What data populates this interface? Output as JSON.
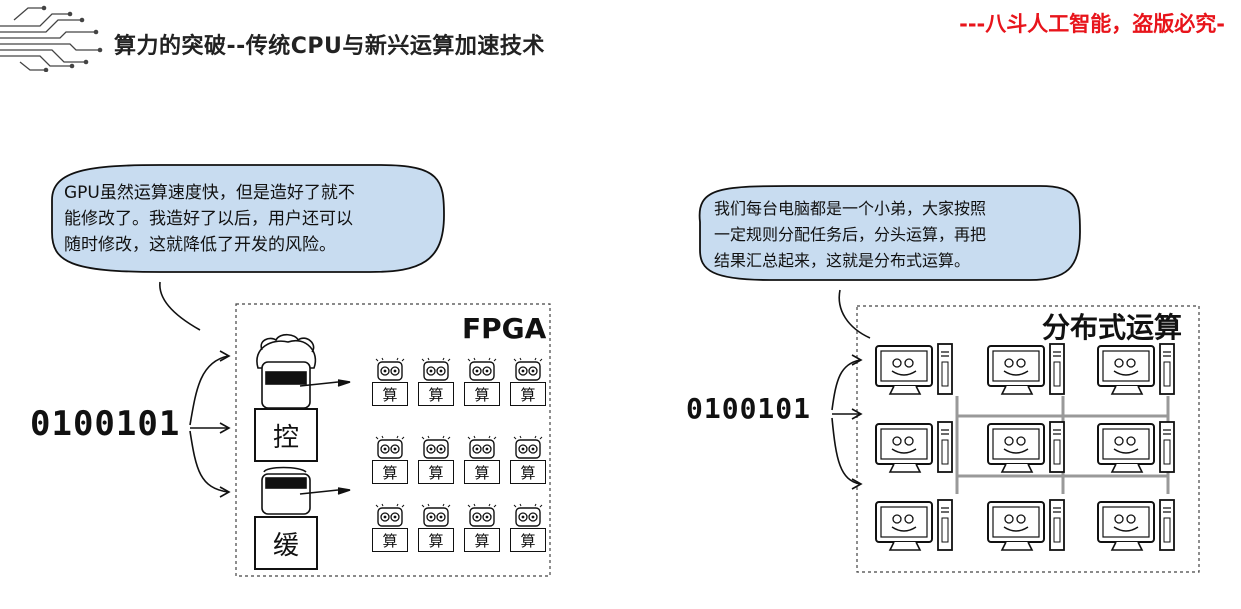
{
  "header": {
    "title": "算力的突破--传统CPU与新兴运算加速技术",
    "notice": "---八斗人工智能，盗版必究-"
  },
  "fpga_panel": {
    "speech": [
      "GPU虽然运算速度快，但是造好了就不",
      "能修改了。我造好了以后，用户还可以",
      "随时修改，这就降低了开发的风险。"
    ],
    "box_title": "FPGA",
    "binary_input": "0100101",
    "control_label": "控",
    "buffer_label": "缓",
    "compute_label": "算"
  },
  "distributed_panel": {
    "speech": [
      "我们每台电脑都是一个小弟，大家按照",
      "一定规则分配任务后，分头运算，再把",
      "结果汇总起来，这就是分布式运算。"
    ],
    "box_title": "分布式运算",
    "binary_input": "0100101"
  },
  "colors": {
    "notice": "#e8141b",
    "bubble_fill": "#c8dcf0",
    "ink": "#111111"
  }
}
